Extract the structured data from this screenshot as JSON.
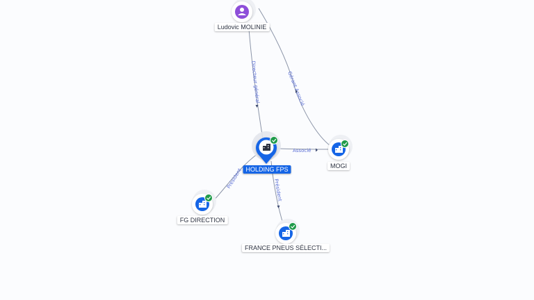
{
  "nodes": {
    "ludovic": {
      "label": "Ludovic MOLINIE",
      "icon": "person-icon"
    },
    "holding": {
      "label": "HOLDING FPS",
      "icon": "building-icon",
      "status": "check-badge-icon"
    },
    "mogi": {
      "label": "MOGI",
      "icon": "building-icon",
      "status": "check-badge-icon"
    },
    "fgdirection": {
      "label": "FG DIRECTION",
      "icon": "building-icon",
      "status": "check-badge-icon"
    },
    "france": {
      "label": "FRANCE PNEUS SÉLECTI...",
      "icon": "building-icon",
      "status": "check-badge-icon"
    }
  },
  "edges": {
    "directeur": "Directeur général",
    "gerant": "Gérant Associé",
    "associe": "Associé",
    "president_fg": "Président",
    "president_france": "Président"
  },
  "colors": {
    "primary": "#1565e6",
    "person": "#8e4fd9",
    "check": "#1f9a4a",
    "edge": "#8c95a8",
    "edge_label": "#5b6fd6"
  }
}
